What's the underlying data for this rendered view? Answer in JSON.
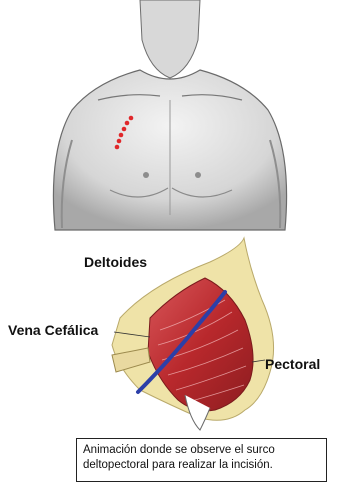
{
  "labels": {
    "deltoid": "Deltoides",
    "cephalic_vein": "Vena Cefálica",
    "pectoral": "Pectoral"
  },
  "caption": {
    "line1": "Animación donde se observe el surco",
    "line2": "deltopectoral para realizar la incisión."
  },
  "colors": {
    "incision_marks": "#e0282b",
    "muscle": "#c63a3c",
    "vein": "#2c3fa8",
    "fat": "#efe3a8",
    "skin_shading": "#9a9a9a"
  },
  "incision_mark_count": 6
}
